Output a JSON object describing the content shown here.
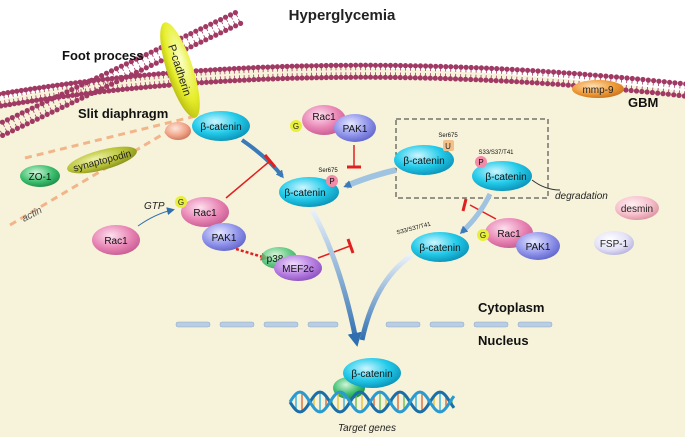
{
  "title": "Hyperglycemia",
  "labels": {
    "foot_process": "Foot process",
    "slit_diaphragm": "Slit diaphragm",
    "gbm": "GBM",
    "cytoplasm": "Cytoplasm",
    "nucleus": "Nucleus",
    "target_genes": "Target genes",
    "actin": "actin",
    "degradation": "degradation",
    "gtp": "GTP"
  },
  "proteins": {
    "p_cadherin": "P-cadherin",
    "beta_catenin": "β-catenin",
    "rac1": "Rac1",
    "pak1": "PAK1",
    "p38": "p38",
    "mef2c": "MEF2c",
    "zo1": "ZO-1",
    "synaptopodin": "synaptopodin",
    "mmp9": "mmp-9",
    "desmin": "desmin",
    "fsp1": "FSP-1"
  },
  "modifications": {
    "g": "G",
    "p": "P",
    "u": "U",
    "ser675": "Ser675",
    "s33": "S33/S37/T41"
  },
  "colors": {
    "beta_catenin": "#1ec8e8",
    "rac1": "#e880b0",
    "pak1": "#8a8ee8",
    "membrane": "#a03a64",
    "cytoplasm": "#f7f3da",
    "inhibition": "#e02020",
    "arrow": "#3a7ab8"
  }
}
